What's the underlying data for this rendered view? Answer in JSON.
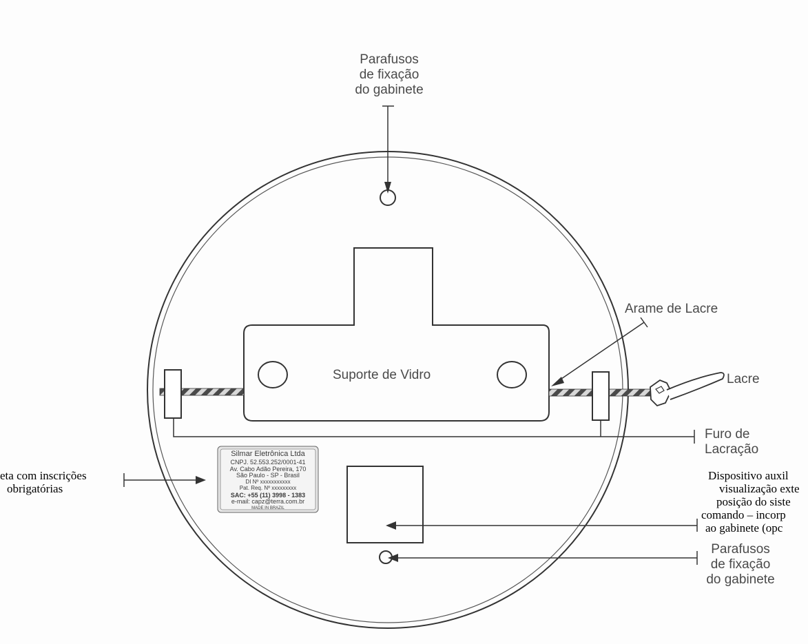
{
  "labels": {
    "top_screws": [
      "Parafusos",
      "de fixação",
      "do gabinete"
    ],
    "bottom_screws": [
      "Parafusos",
      "de fixação",
      "do gabinete"
    ],
    "glass_support": "Suporte de Vidro",
    "seal_wire": "Arame de Lacre",
    "seal": "Lacre",
    "seal_hole": [
      "Furo de",
      "Lacração"
    ],
    "label_plate": [
      "eta com inscrições",
      "obrigatórias"
    ],
    "aux_device": [
      "Dispositivo auxil",
      "visualização exte",
      "posição do siste",
      "comando – incorp",
      "ao gabinete (opc"
    ]
  },
  "nameplate": {
    "lines": [
      "Silmar Eletrônica Ltda",
      "CNPJ. 52.553.252/0001-41",
      "Av. Cabo Adão Pereira, 170",
      "São Paulo - SP - Brasil",
      "DI Nº xxxxxxxxxxx",
      "Pat. Req. Nº xxxxxxxxx",
      "SAC: +55 (11) 3998 - 1383",
      "e-mail: capz@terra.com.br",
      "MADE IN BRAZIL"
    ]
  }
}
